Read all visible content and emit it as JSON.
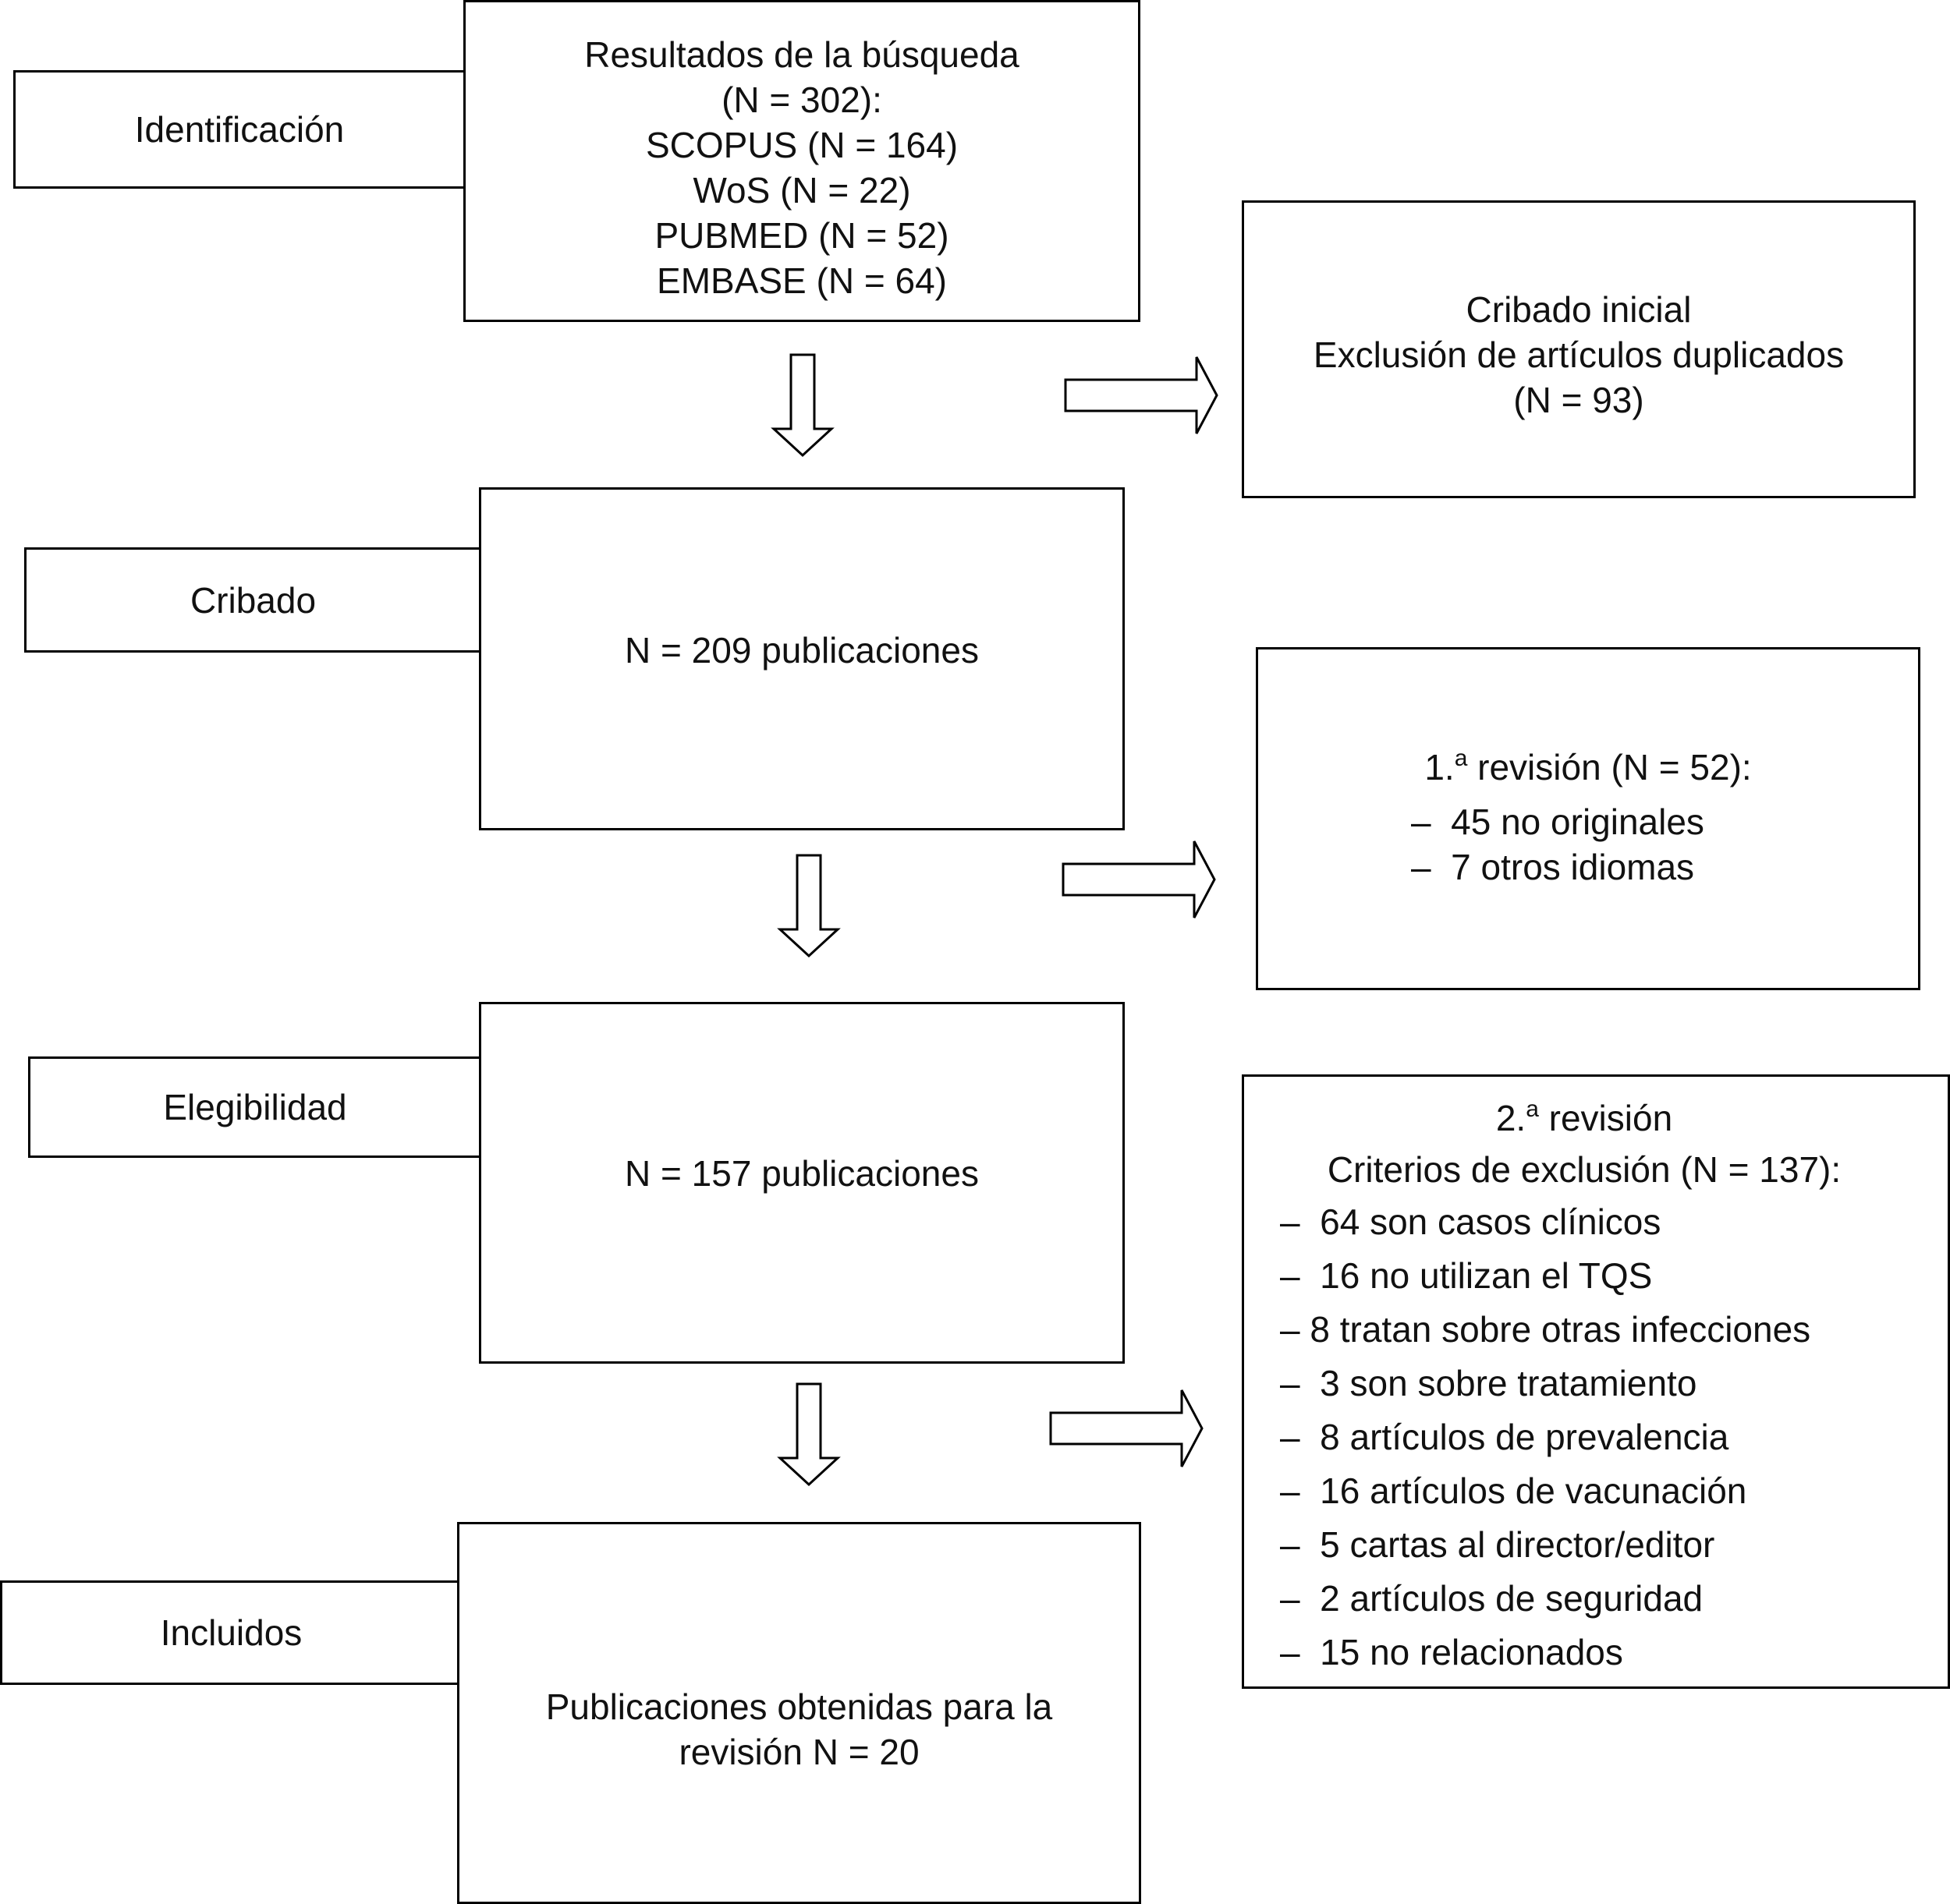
{
  "stages": {
    "identification": "Identificación",
    "screening": "Cribado",
    "eligibility": "Elegibilidad",
    "included": "Incluidos"
  },
  "search_results": {
    "lines": [
      "Resultados de la búsqueda",
      "(N = 302):",
      "SCOPUS (N = 164)",
      "WoS (N = 22)",
      "PUBMED (N = 52)",
      "EMBASE (N = 64)"
    ]
  },
  "initial_screening": {
    "lines": [
      "Cribado inicial",
      "Exclusión de artículos duplicados",
      "(N = 93)"
    ]
  },
  "screened": {
    "text": "N = 209 publicaciones"
  },
  "first_review": {
    "title_prefix": "1.",
    "title_sup": "a",
    "title_suffix": " revisión (N = 52):",
    "items": [
      "–  45 no originales",
      "–  7 otros idiomas"
    ]
  },
  "eligible": {
    "text": "N = 157 publicaciones"
  },
  "second_review": {
    "title_prefix": "2.",
    "title_sup": "a",
    "title_suffix": " revisión",
    "subtitle": "Criterios de exclusión (N = 137):",
    "items": [
      "–  64 son casos clínicos",
      "–  16 no utilizan el TQS",
      "– 8 tratan sobre otras infecciones",
      "–  3 son sobre tratamiento",
      "–  8 artículos de prevalencia",
      "–  16 artículos de vacunación",
      "–  5 cartas al director/editor",
      "–  2 artículos de seguridad",
      "–  15 no relacionados"
    ]
  },
  "final": {
    "lines": [
      "Publicaciones obtenidas para la",
      "revisión N = 20"
    ]
  }
}
